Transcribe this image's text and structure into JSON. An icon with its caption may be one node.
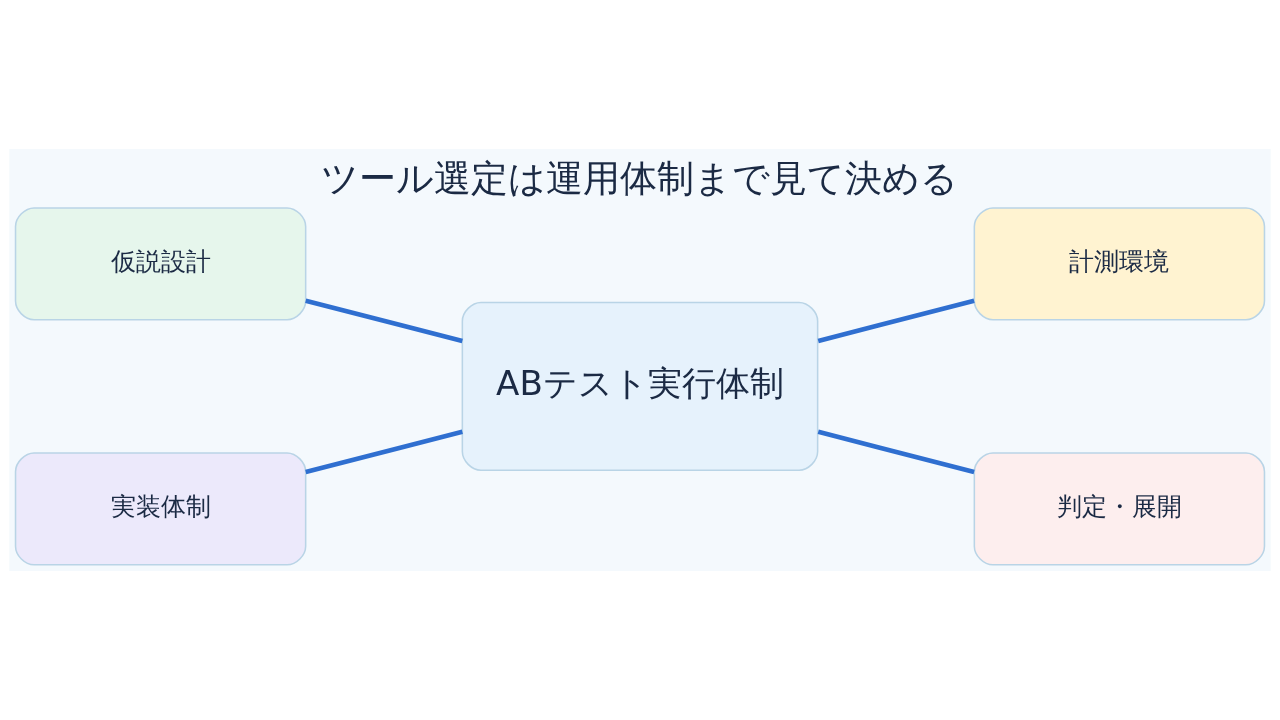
{
  "diagram": {
    "title": "ツール選定は運用体制まで見て決める",
    "nodes": [
      {
        "text": [
          "仮説設計"
        ]
      },
      {
        "text": [
          "ABテスト実行体制"
        ]
      },
      {
        "text": [
          "計測環境"
        ]
      },
      {
        "text": [
          "実装体制"
        ]
      },
      {
        "text": [
          "判定・展開"
        ]
      }
    ],
    "edges": [
      {
        "from": 0,
        "to": 1,
        "arrow": "none"
      },
      {
        "from": 1,
        "to": 2,
        "arrow": "none"
      },
      {
        "from": 3,
        "to": 1,
        "arrow": "none"
      },
      {
        "from": 1,
        "to": 4,
        "arrow": "none"
      }
    ]
  }
}
